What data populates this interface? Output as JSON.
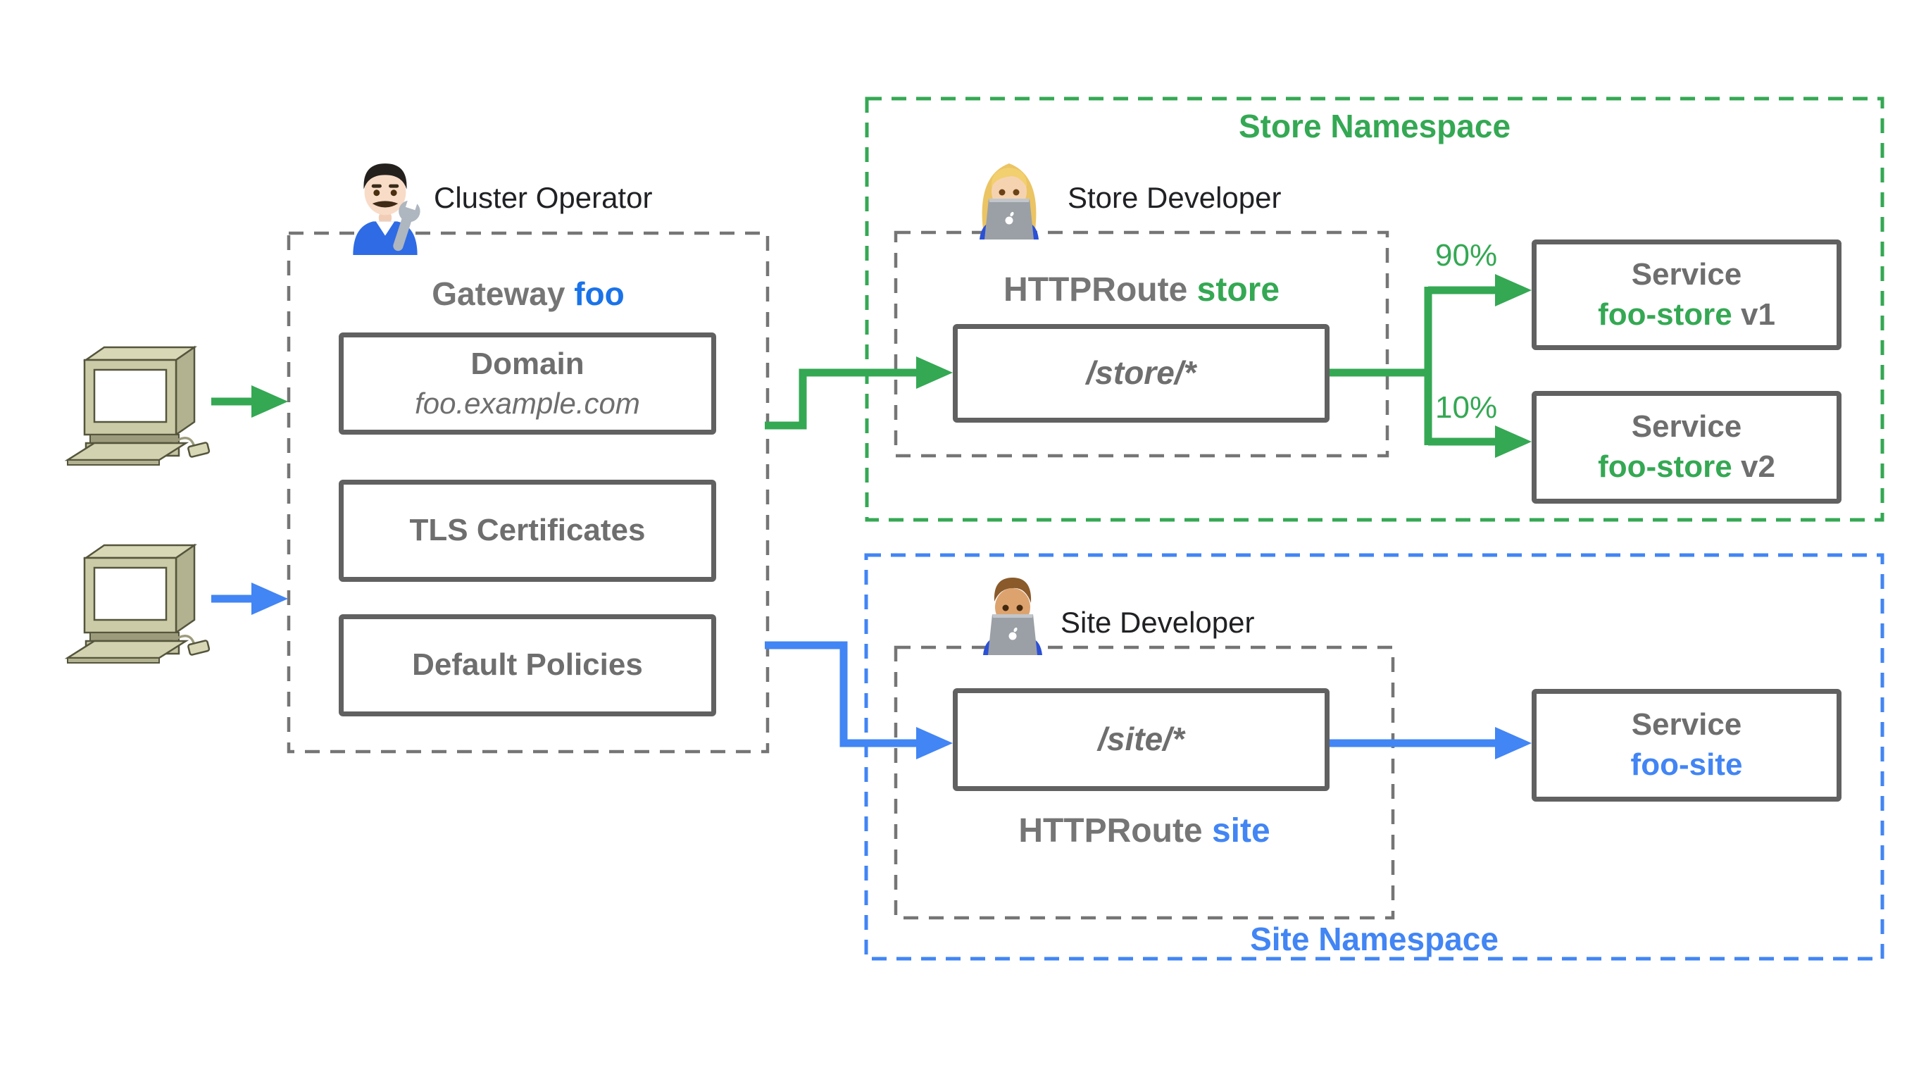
{
  "gateway": {
    "actor_label": "Cluster Operator",
    "title_prefix": "Gateway",
    "title_name": "foo",
    "domain_box": {
      "title": "Domain",
      "value": "foo.example.com"
    },
    "tls_box_label": "TLS Certificates",
    "policies_box_label": "Default Policies"
  },
  "store_namespace": {
    "title": "Store Namespace",
    "actor_label": "Store Developer",
    "httproute_prefix": "HTTPRoute",
    "httproute_name": "store",
    "path": "/store/*",
    "weight_v1": "90%",
    "weight_v2": "10%",
    "services": [
      {
        "title": "Service",
        "name": "foo-store",
        "version": "v1"
      },
      {
        "title": "Service",
        "name": "foo-store",
        "version": "v2"
      }
    ]
  },
  "site_namespace": {
    "title": "Site Namespace",
    "actor_label": "Site Developer",
    "httproute_prefix": "HTTPRoute",
    "httproute_name": "site",
    "path": "/site/*",
    "service": {
      "title": "Service",
      "name": "foo-site"
    }
  },
  "icons": {
    "client_1": "desktop-computer-icon",
    "client_2": "desktop-computer-icon",
    "cluster_operator": "man-mechanic-emoji",
    "store_developer": "woman-technologist-emoji",
    "site_developer": "man-technologist-emoji"
  },
  "colors": {
    "green": "#34a853",
    "blue": "#4285f4",
    "blue_dark": "#1a73e8",
    "box_border_grey": "#616161",
    "dashed_grey": "#757575",
    "text_grey": "#6e6e6e",
    "text_dark": "#202124"
  }
}
